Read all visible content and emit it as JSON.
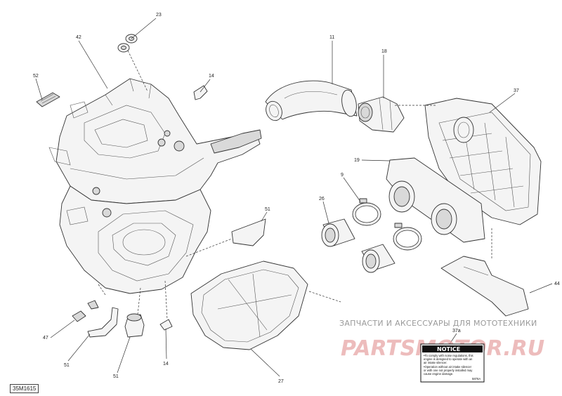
{
  "reference_code": "35M1615",
  "callouts": {
    "c23": "23",
    "c42": "42",
    "c52": "52",
    "c14a": "14",
    "c11": "11",
    "c18": "18",
    "c37": "37",
    "c19": "19",
    "c9": "9",
    "c26": "26",
    "c51a": "51",
    "c44": "44",
    "c47": "47",
    "c51b": "51",
    "c14b": "14",
    "c37a": "37a",
    "c27": "27"
  },
  "notice_label": {
    "title": "NOTICE",
    "line1": "•To comply with noise regulations, this",
    "line2": "engine is designed to operate with an",
    "line3": "air intake silencer.",
    "line4": "•Operation without air intake silencer",
    "line5": "or with one not properly installed may",
    "line6": "cause engine damage.",
    "part_no": "5876A"
  },
  "watermark": {
    "caption": "ЗАПЧАСТИ И АКСЕССУАРЫ ДЛЯ МОТОТЕХНИКИ",
    "logo": "PARTSMOTOR.RU"
  }
}
